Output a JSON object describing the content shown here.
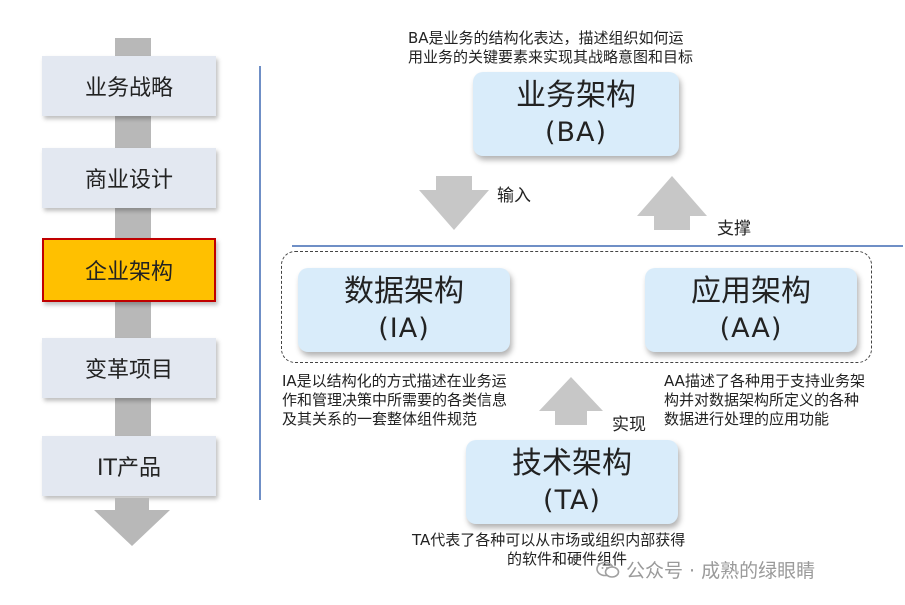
{
  "flow": {
    "steps": [
      "业务战略",
      "商业设计",
      "企业架构",
      "变革项目",
      "IT产品"
    ],
    "active_step": "企业架构"
  },
  "architectures": {
    "business": {
      "name": "业务架构",
      "abbr": "(BA)"
    },
    "data": {
      "name": "数据架构",
      "abbr": "(IA)"
    },
    "application": {
      "name": "应用架构",
      "abbr": "(AA)"
    },
    "technology": {
      "name": "技术架构",
      "abbr": "(TA)"
    }
  },
  "descriptions": {
    "ba": [
      "BA是业务的结构化表达，描述组织如何运",
      "用业务的关键要素来实现其战略意图和目标"
    ],
    "ia": [
      "IA是以结构化的方式描述在业务运",
      "作和管理决策中所需要的各类信息",
      "及其关系的一套整体组件规范"
    ],
    "aa": [
      "AA描述了各种用于支持业务架",
      "构并对数据架构所定义的各种",
      "数据进行处理的应用功能"
    ],
    "ta": [
      "TA代表了各种可以从市场或组织内部获得",
      "的软件和硬件组件"
    ]
  },
  "arrow_labels": {
    "input": "输入",
    "support": "支撑",
    "implement": "实现"
  },
  "watermark": {
    "text": "公众号 · 成熟的绿眼睛",
    "icon": "wechat-icon"
  },
  "colors": {
    "arch_box": "#d9ecfa",
    "step_box": "#e3e8f1",
    "active_fill": "#ffc000",
    "active_border": "#c00000",
    "divider": "#6f8fc6",
    "arrow": "#c7c7c7"
  }
}
